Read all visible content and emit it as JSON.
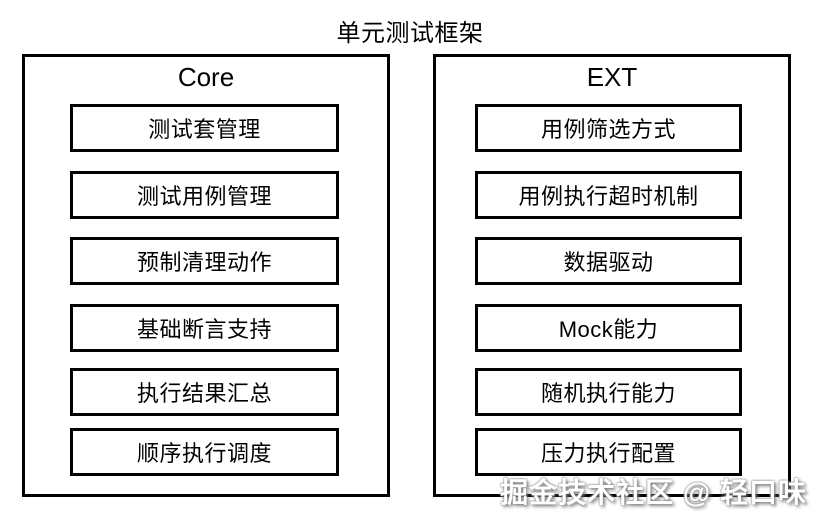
{
  "title": "单元测试框架",
  "panels": [
    {
      "header": "Core",
      "items": [
        "测试套管理",
        "测试用例管理",
        "预制清理动作",
        "基础断言支持",
        "执行结果汇总",
        "顺序执行调度"
      ]
    },
    {
      "header": "EXT",
      "items": [
        "用例筛选方式",
        "用例执行超时机制",
        "数据驱动",
        "Mock能力",
        "随机执行能力",
        "压力执行配置"
      ]
    }
  ],
  "watermark": "掘金技术社区 @ 轻口味",
  "colors": {
    "background": "#ffffff",
    "border": "#000000",
    "text": "#000000",
    "watermark_fill": "#ffffff",
    "watermark_shadow": "#6e6e6e"
  }
}
